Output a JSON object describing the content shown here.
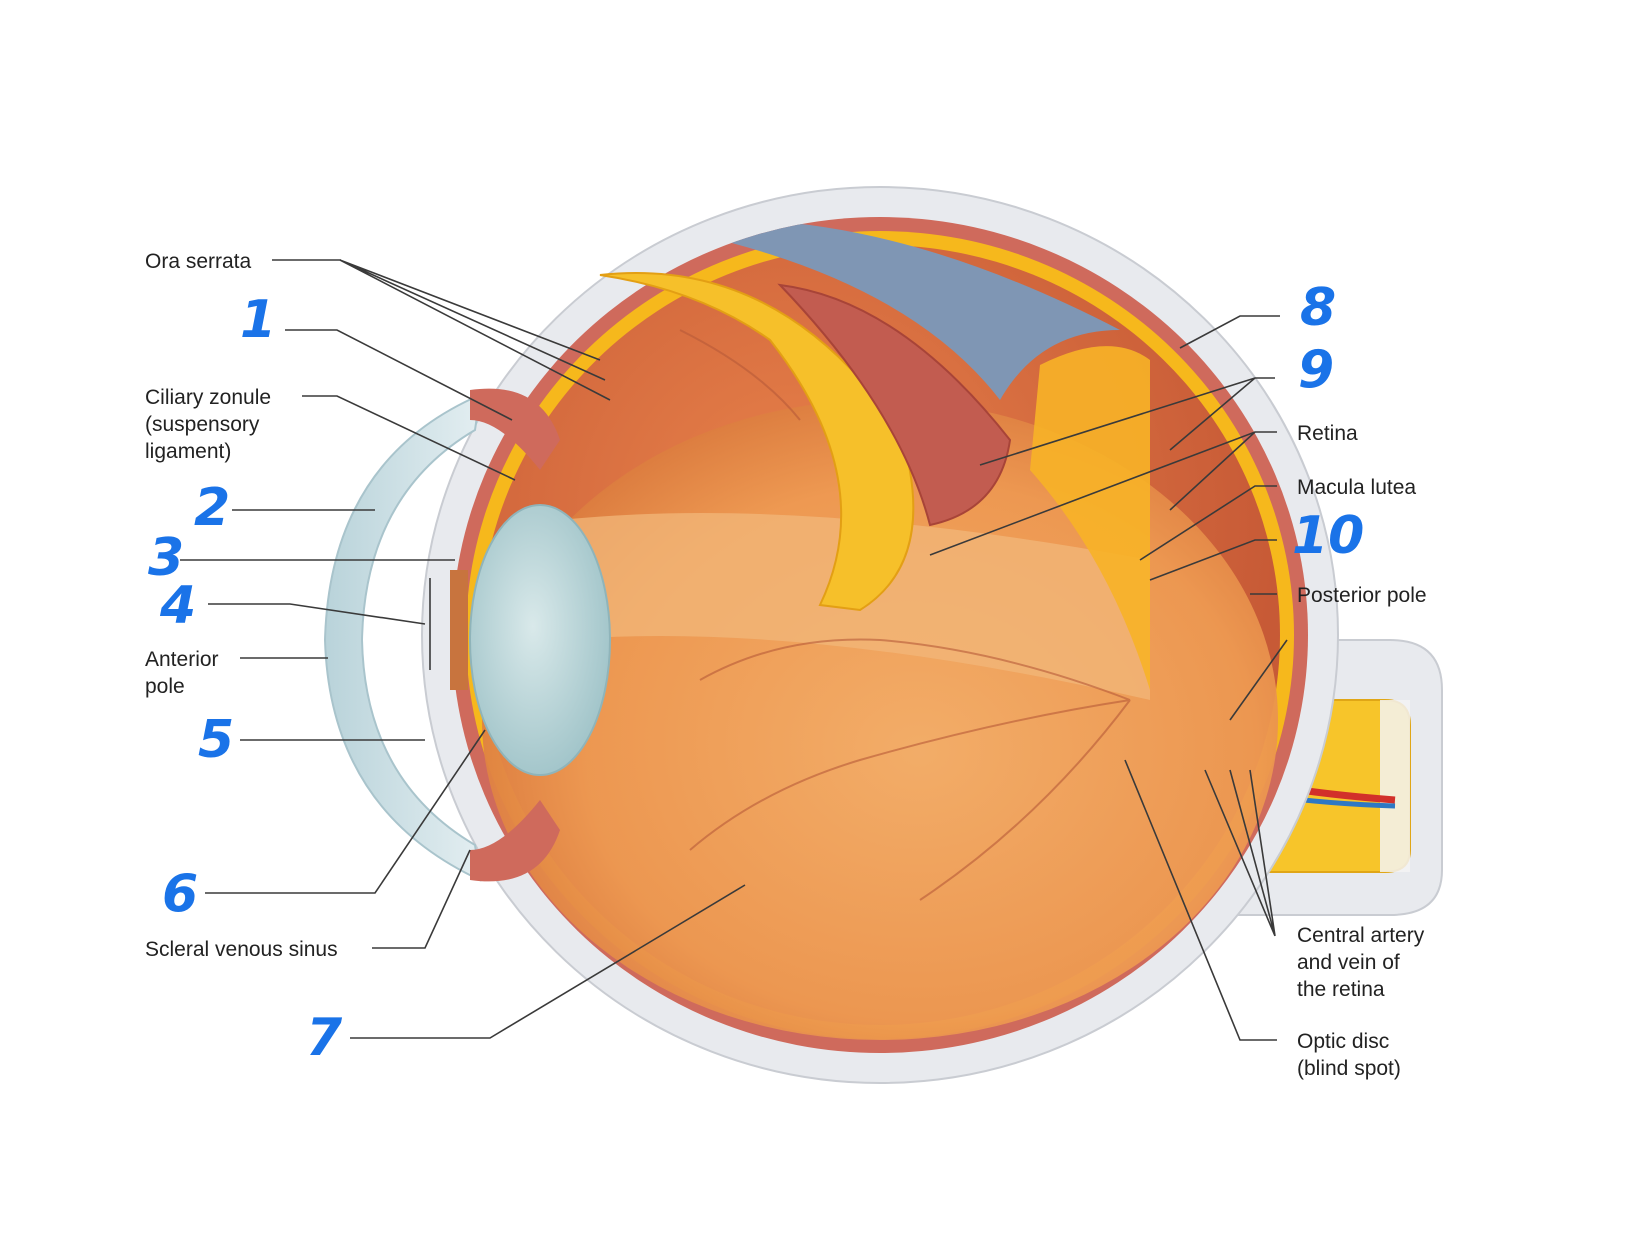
{
  "colors": {
    "sclera": "#e8eaee",
    "cornea": "#cfe1e6",
    "choroid": "#cf6a5c",
    "retina": "#f6b81c",
    "vitreous": "#f0a25a",
    "lens": "#bcd6da",
    "vessel_artery": "#d2302a",
    "vessel_vein": "#2e78c4",
    "annotation": "#1a73e8",
    "leader": "#3a3a3a"
  },
  "labels": {
    "ora_serrata": "Ora serrata",
    "ciliary_zonule": [
      "Ciliary zonule",
      "(suspensory",
      "ligament)"
    ],
    "anterior_pole": [
      "Anterior",
      "pole"
    ],
    "scleral_venous_sinus": "Scleral venous sinus",
    "retina": "Retina",
    "macula_lutea": "Macula lutea",
    "posterior_pole": "Posterior pole",
    "central_artery_vein": [
      "Central artery",
      "and vein of",
      "the retina"
    ],
    "optic_disc": [
      "Optic disc",
      "(blind spot)"
    ]
  },
  "numbers": {
    "n1": "1",
    "n2": "2",
    "n3": "3",
    "n4": "4",
    "n5": "5",
    "n6": "6",
    "n7": "7",
    "n8": "8",
    "n9": "9",
    "n10": "10"
  }
}
